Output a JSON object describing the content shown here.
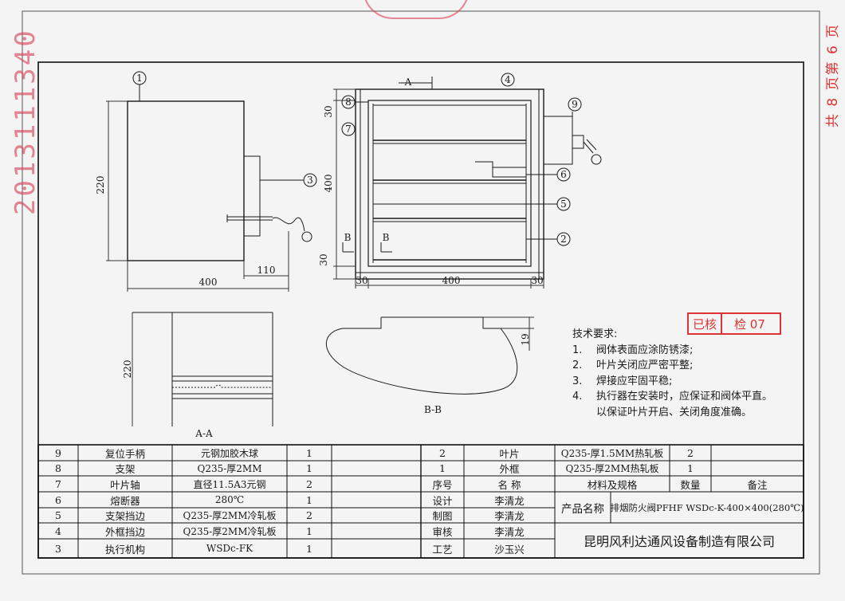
{
  "views": {
    "front": {
      "callouts": [
        "1",
        "3"
      ],
      "dims": {
        "height": "220",
        "width": "400",
        "offset": "110"
      }
    },
    "side": {
      "callouts": [
        "A",
        "4",
        "8",
        "7",
        "9",
        "6",
        "5",
        "2",
        "B",
        "B"
      ],
      "dims": {
        "top": "30",
        "height": "400",
        "bottom": "30",
        "left": "30",
        "width": "400",
        "right": "30"
      }
    },
    "section_aa": {
      "label": "A-A",
      "dim": "220"
    },
    "section_bb": {
      "label": "B-B",
      "dim": "19"
    }
  },
  "tech_requirements": {
    "title": "技术要求:",
    "items": [
      {
        "num": "1.",
        "text": "阀体表面应涂防锈漆;"
      },
      {
        "num": "2.",
        "text": "叶片关闭应严密平整;"
      },
      {
        "num": "3.",
        "text": "焊接应牢固平稳;"
      },
      {
        "num": "4.",
        "text": "执行器在安装时，应保证和阀体平直。"
      }
    ],
    "continuation": "以保证叶片开启、关闭角度准确。"
  },
  "stamps": {
    "check_left": "已核",
    "check_right": "检 07",
    "serial": "2013111340",
    "pages": "共 8 页第 6 页"
  },
  "bom_left": [
    {
      "no": "9",
      "name": "复位手柄",
      "material": "元钢加胶木球",
      "qty": "1"
    },
    {
      "no": "8",
      "name": "支架",
      "material": "Q235-厚2MM",
      "qty": "1"
    },
    {
      "no": "7",
      "name": "叶片轴",
      "material": "直径11.5A3元钢",
      "qty": "2"
    },
    {
      "no": "6",
      "name": "熔断器",
      "material": "280℃",
      "qty": "1"
    },
    {
      "no": "5",
      "name": "支架挡边",
      "material": "Q235-厚2MM冷轧板",
      "qty": "2"
    },
    {
      "no": "4",
      "name": "外框挡边",
      "material": "Q235-厚2MM冷轧板",
      "qty": "1"
    },
    {
      "no": "3",
      "name": "执行机构",
      "material": "WSDc-FK",
      "qty": "1"
    }
  ],
  "bom_right": [
    {
      "no": "2",
      "name": "叶片",
      "material": "Q235-厚1.5MM热轧板",
      "qty": "2"
    },
    {
      "no": "1",
      "name": "外框",
      "material": "Q235-厚2MM热轧板",
      "qty": "1"
    }
  ],
  "bom_header": {
    "no": "序号",
    "name": "名  称",
    "material": "材料及规格",
    "qty": "数量",
    "note": "备注"
  },
  "title_block": {
    "design_label": "设计",
    "design": "李清龙",
    "draw_label": "制图",
    "draw": "李清龙",
    "review_label": "审核",
    "review": "李清龙",
    "process_label": "工艺",
    "process": "沙玉兴",
    "product_label": "产品名称",
    "product": "排烟防火阀PFHF WSDc-K-400×400(280℃)",
    "company": "昆明风利达通风设备制造有限公司"
  }
}
